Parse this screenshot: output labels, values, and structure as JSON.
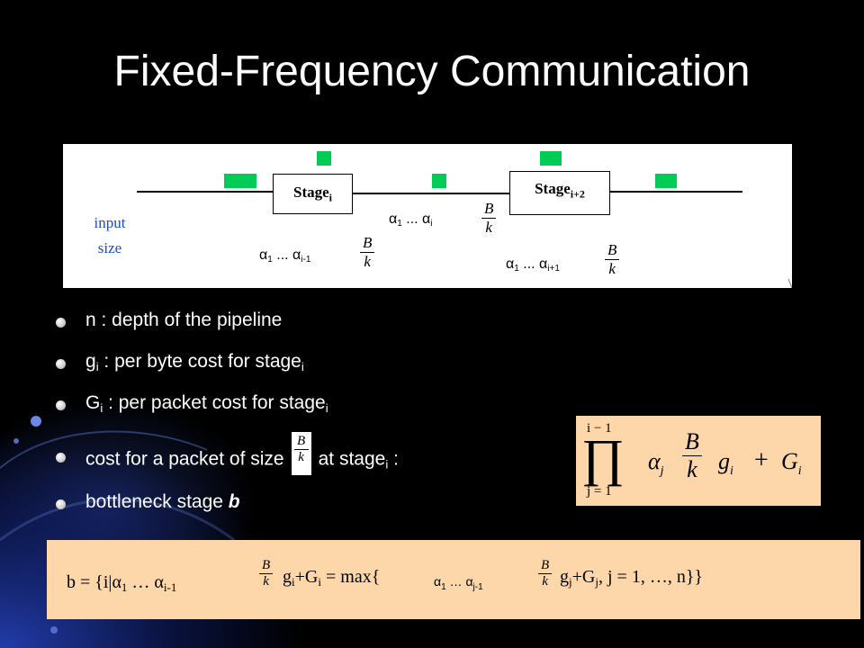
{
  "slide": {
    "title": "Fixed-Frequency Communication"
  },
  "diagram": {
    "stage_i": {
      "base": "Stage",
      "sub": "i"
    },
    "stage_i2": {
      "base": "Stage",
      "sub": "i+2"
    },
    "input_label_line1": "input",
    "input_label_line2": "size",
    "alpha_left": {
      "a": "α",
      "s1": "1",
      "dots": " ... ",
      "a2": "α",
      "s2": "i-1"
    },
    "alpha_mid": {
      "a": "α",
      "s1": "1",
      "dots": " ... ",
      "a2": "α",
      "s2": "i"
    },
    "alpha_right": {
      "a": "α",
      "s1": "1",
      "dots": " ... ",
      "a2": "α",
      "s2": "i+1"
    },
    "frac_num": "B",
    "frac_den": "k",
    "packet_color": "#00cc55"
  },
  "bullets": [
    {
      "id": "n",
      "text": "n : depth of the pipeline"
    },
    {
      "id": "gi",
      "pre": "g",
      "pre_sub": "i",
      "mid": " : per byte cost for stage",
      "post_sub": "i"
    },
    {
      "id": "Gi",
      "pre": "G",
      "pre_sub": "i",
      "mid": " : per packet cost for stage",
      "post_sub": "i"
    },
    {
      "id": "cost",
      "pre": "cost for a packet of size",
      "frac_num": "B",
      "frac_den": "k",
      "mid": "at stage",
      "post_sub": "i",
      "end": " :"
    },
    {
      "id": "bottleneck",
      "pre": "bottleneck stage ",
      "emph": "b"
    }
  ],
  "formula": {
    "prod_upper": "i − 1",
    "prod_lower": "j = 1",
    "alpha": "α",
    "alpha_sub": "j",
    "frac_num": "B",
    "frac_den": "k",
    "g": "g",
    "g_sub": "i",
    "plus": "+",
    "G": "G",
    "G_sub": "i"
  },
  "bottom": {
    "p1": "b = {i|α",
    "p1_sub": "1",
    "p1_dots": " … ",
    "p1_a": "α",
    "p1_a_sub": "i-1",
    "frac_num": "B",
    "frac_den": "k",
    "p2": "g",
    "p2_sub": "i",
    "p2_mid": "+G",
    "p2_sub2": "i",
    "p2_end": " = max{",
    "p3_a": "α",
    "p3_sub": "1",
    "p3_dots": " … ",
    "p3_a2": "α",
    "p3_sub2": "j-1",
    "p4": "g",
    "p4_sub": "j",
    "p4_mid": "+G",
    "p4_sub2": "j",
    "p4_end": ", j = 1, …, n}}"
  },
  "colors": {
    "background": "#000000",
    "accent_box": "#fdd6aa",
    "label_blue": "#1a4dc0"
  }
}
